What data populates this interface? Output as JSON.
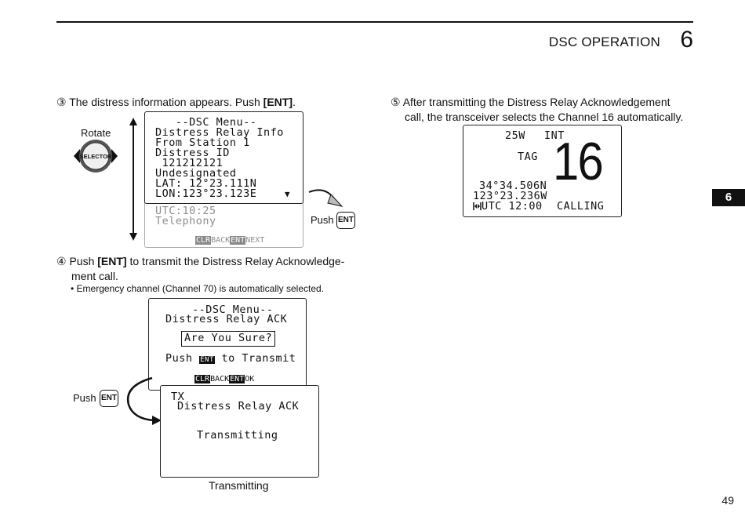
{
  "header": {
    "section_title": "DSC OPERATION",
    "section_number": "6"
  },
  "side_tab": "6",
  "page_number": "49",
  "step3": {
    "marker": "③",
    "text": "The distress information appears. Push ",
    "key": "[ENT]",
    "end": ".",
    "rotate_label": "Rotate",
    "selector_label": "SELECTOR",
    "push_label": "Push",
    "ent_key": "ENT",
    "screen": {
      "lines": [
        "   --DSC Menu--",
        "Distress Relay Info",
        "From Station 1",
        "Distress ID",
        " 121212121",
        "Undesignated",
        "LAT: 12°23.111N",
        "LON:123°23.123E"
      ],
      "scroll_marker": "▼",
      "ghost_lines": [
        "UTC:10:25",
        "Telephony"
      ],
      "softkeys": {
        "clr": "CLR",
        "back": "BACK",
        "ent": "ENT",
        "next": "NEXT"
      }
    }
  },
  "step4": {
    "marker": "④",
    "text_a": "Push ",
    "key": "[ENT]",
    "text_b": " to transmit the Distress Relay Acknowledge-",
    "text_c": "ment call.",
    "note": "• Emergency channel (Channel 70) is automatically selected.",
    "push_label": "Push",
    "ent_key": "ENT",
    "screen1": {
      "title": "--DSC Menu--",
      "line2": "Distress Relay ACK",
      "confirm": "Are You Sure?",
      "push_a": "Push ",
      "push_key": "ENT",
      "push_b": " to Transmit",
      "softkeys": {
        "clr": "CLR",
        "back": "BACK",
        "ent": "ENT",
        "ok": "OK"
      }
    },
    "screen2": {
      "tx": "TX",
      "line2": "Distress Relay ACK",
      "status": "Transmitting"
    },
    "caption": "Transmitting"
  },
  "step5": {
    "marker": "⑤",
    "text_a": "After transmitting the Distress Relay Acknowledgement",
    "text_b": "call, the transceiver selects the Channel 16 automatically.",
    "screen": {
      "power": "25W",
      "band": "INT",
      "tag": "TAG",
      "channel": "16",
      "lat": "34°34.506N",
      "lon": "123°23.236W",
      "utc": "UTC 12:00",
      "status": "CALLING"
    }
  }
}
